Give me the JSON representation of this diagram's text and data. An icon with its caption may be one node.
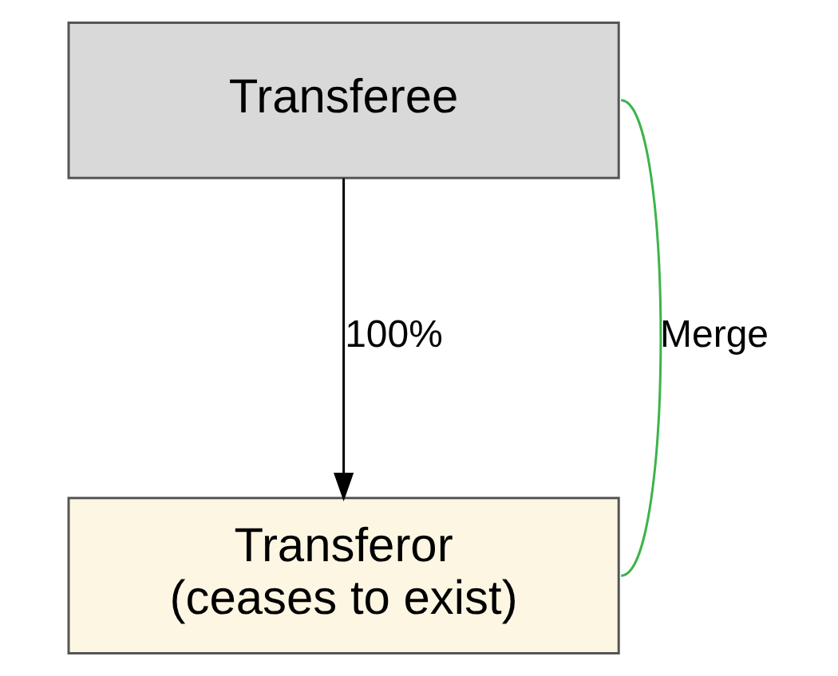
{
  "diagram": {
    "nodes": [
      {
        "text": [
          "Transferee"
        ]
      },
      {
        "text": [
          "Transferor",
          "(ceases to exist)"
        ]
      }
    ],
    "edges": [
      {
        "from": 0,
        "to": 1,
        "arrow": "to",
        "label": "100%"
      },
      {
        "from": 0,
        "to": 1,
        "arrow": "none",
        "label": "Merge",
        "color": "#3cb44b"
      }
    ]
  }
}
